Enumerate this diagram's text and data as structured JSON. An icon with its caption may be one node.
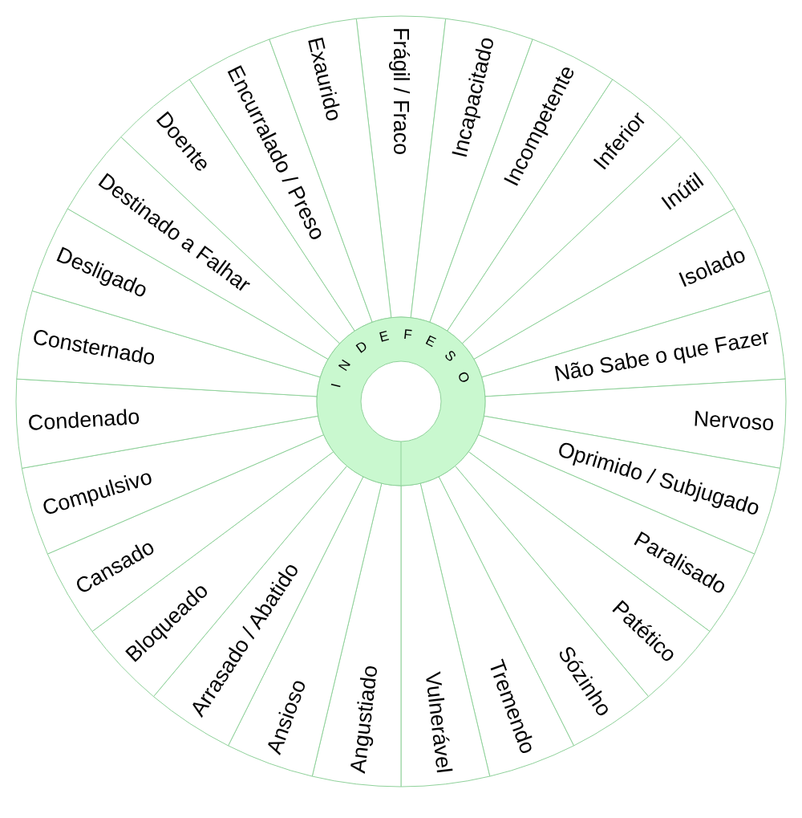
{
  "diagram": {
    "nodes": [
      {
        "text": [
          "INDEFESO"
        ]
      },
      {
        "text": [
          "Frágil / Fraco"
        ]
      },
      {
        "text": [
          "Incapacitado"
        ]
      },
      {
        "text": [
          "Incompetente"
        ]
      },
      {
        "text": [
          "Inferior"
        ]
      },
      {
        "text": [
          "Inútil"
        ]
      },
      {
        "text": [
          "Isolado"
        ]
      },
      {
        "text": [
          "Não Sabe o que Fazer"
        ]
      },
      {
        "text": [
          "Nervoso"
        ]
      },
      {
        "text": [
          "Oprimido / Subjugado"
        ]
      },
      {
        "text": [
          "Paralisado"
        ]
      },
      {
        "text": [
          "Patético"
        ]
      },
      {
        "text": [
          "Sózinho"
        ]
      },
      {
        "text": [
          "Tremendo"
        ]
      },
      {
        "text": [
          "Vulnerável"
        ]
      },
      {
        "text": [
          "Angustiado"
        ]
      },
      {
        "text": [
          "Ansioso"
        ]
      },
      {
        "text": [
          "Arrasado / Abatido"
        ]
      },
      {
        "text": [
          "Bloqueado"
        ]
      },
      {
        "text": [
          "Cansado"
        ]
      },
      {
        "text": [
          "Compulsivo"
        ]
      },
      {
        "text": [
          "Condenado"
        ]
      },
      {
        "text": [
          "Consternado"
        ]
      },
      {
        "text": [
          "Desligado"
        ]
      },
      {
        "text": [
          "Destinado a Falhar"
        ]
      },
      {
        "text": [
          "Doente"
        ]
      },
      {
        "text": [
          "Encurralado / Preso"
        ]
      },
      {
        "text": [
          "Exaurido"
        ]
      }
    ]
  }
}
